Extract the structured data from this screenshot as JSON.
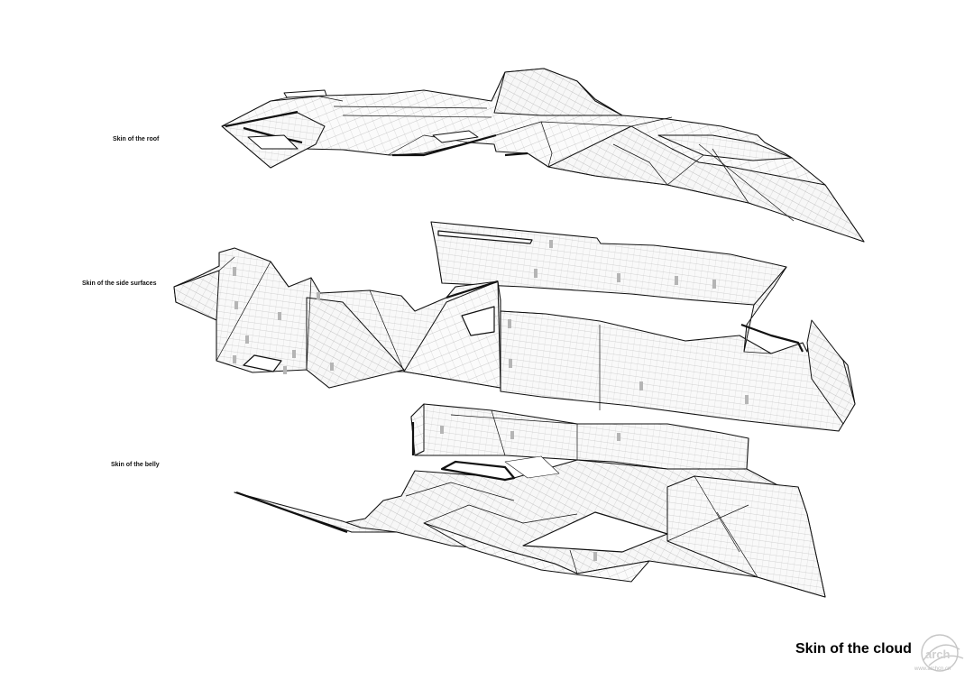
{
  "labels": {
    "roof": "Skin of the roof",
    "side": "Skin of the side surfaces",
    "belly": "Skin of the belly"
  },
  "title": "Skin of the cloud",
  "watermark": {
    "text": "www.archcn.cn",
    "logo_name": "archcn-logo"
  },
  "colors": {
    "line": "#111111",
    "hatch": "#9a9a9a",
    "fill": "#f6f6f6",
    "patch": "#b5b5b5"
  }
}
